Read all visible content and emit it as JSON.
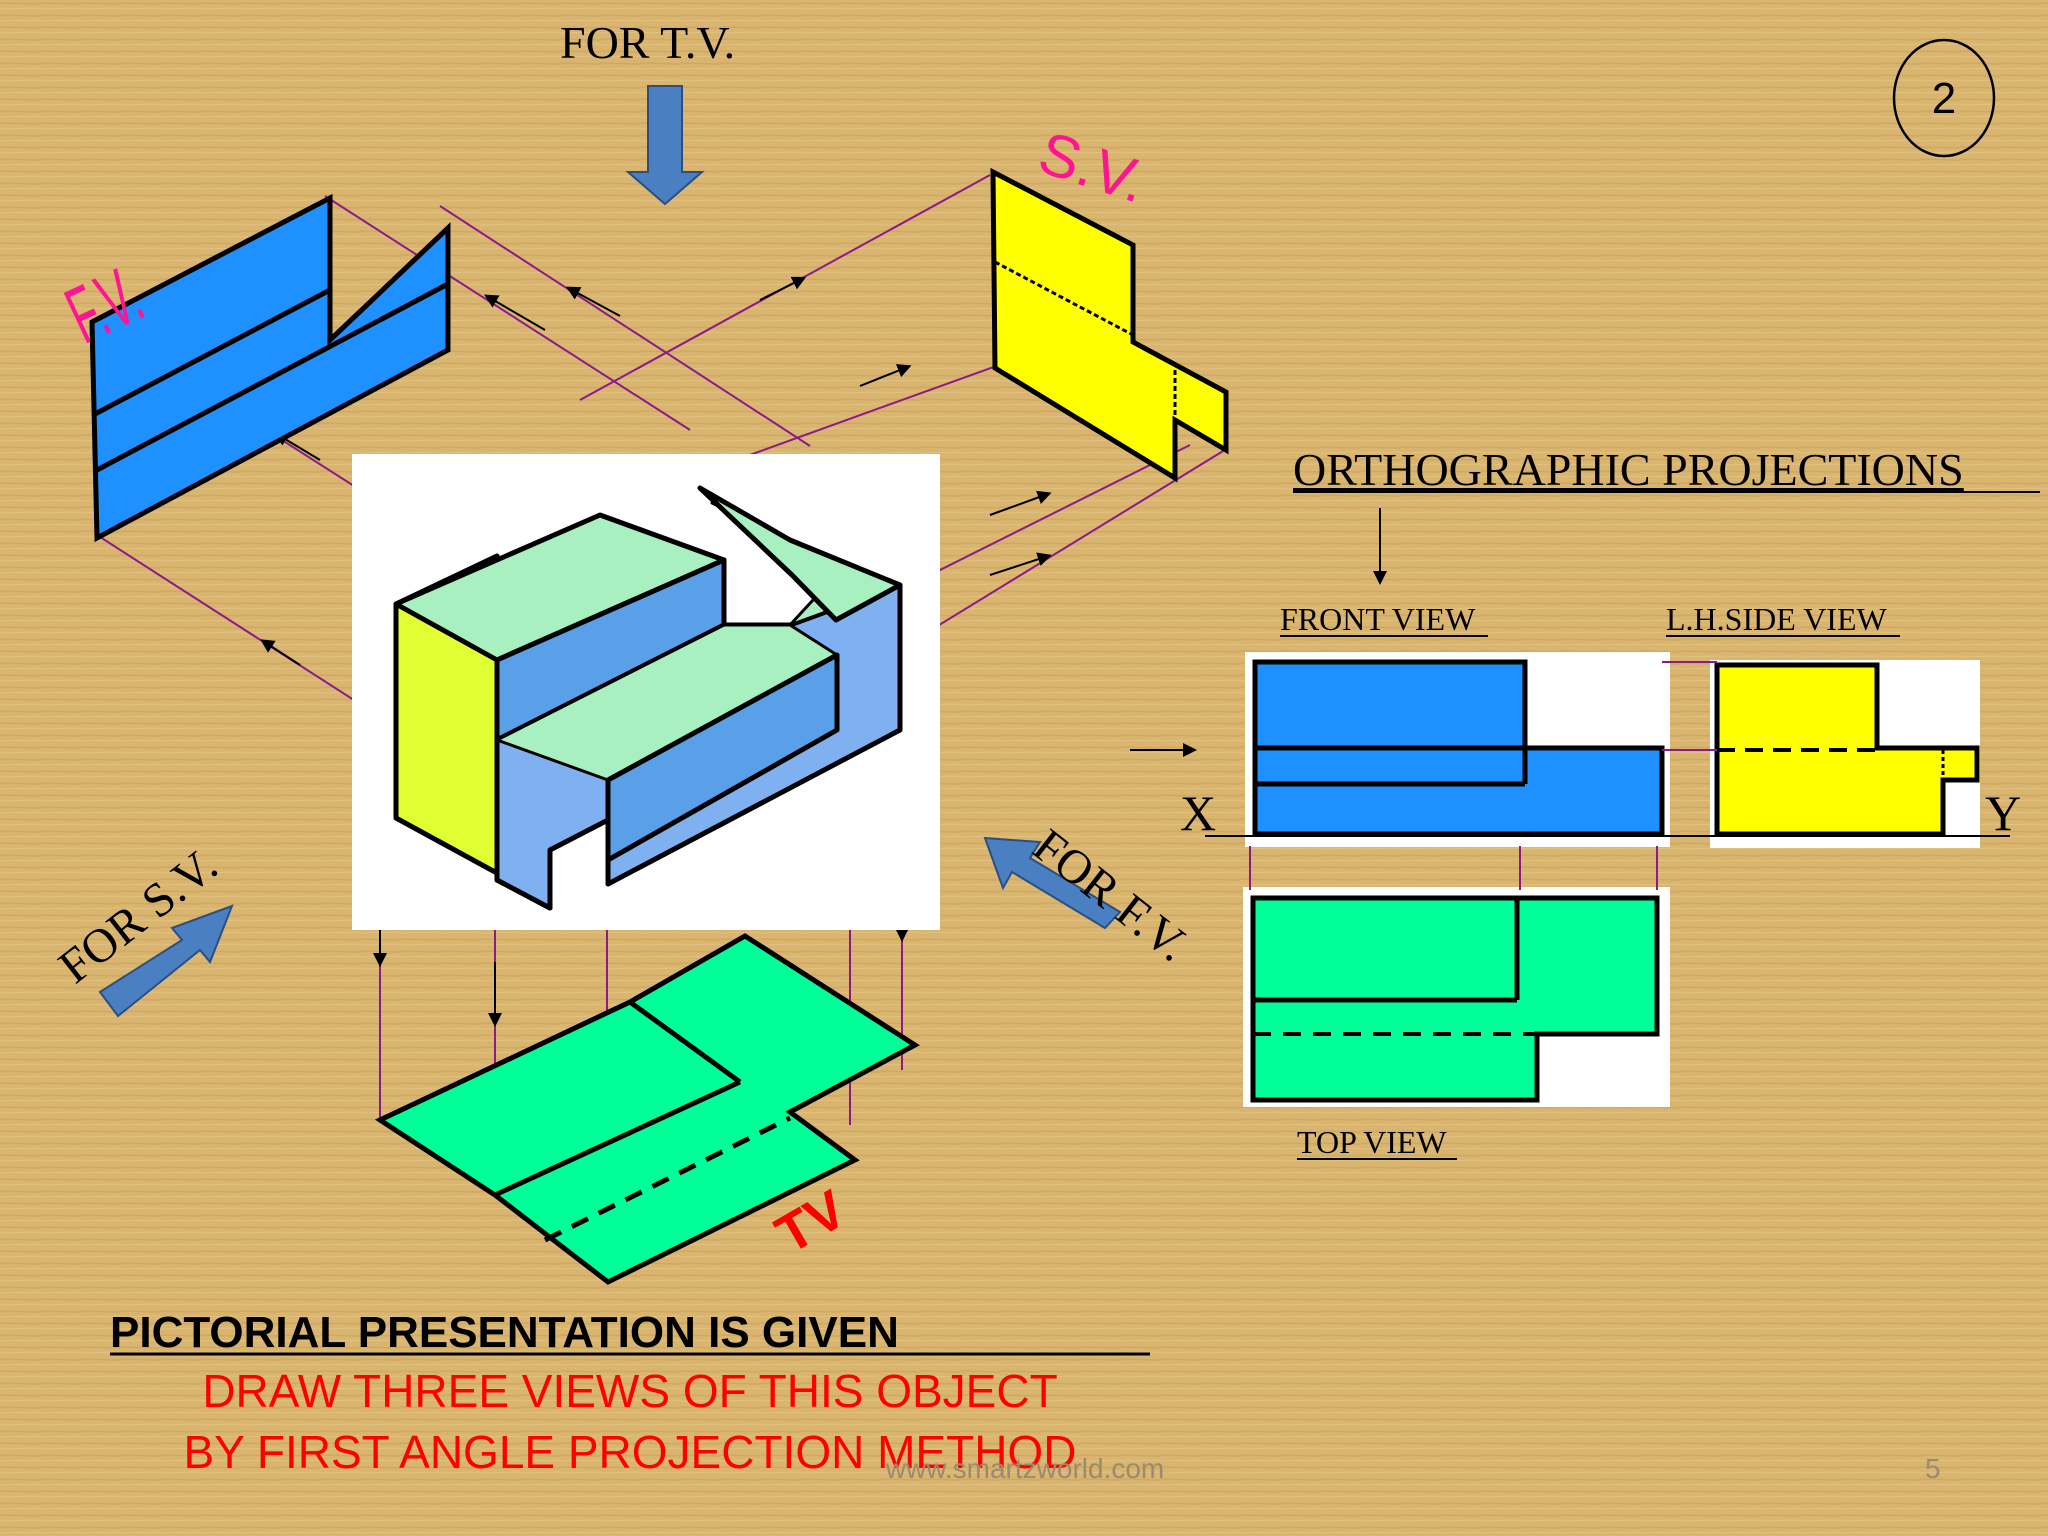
{
  "slide": {
    "number_badge": "2",
    "page_number": "5",
    "watermark": "www.smartzworld.com"
  },
  "pictorial": {
    "for_tv": "FOR T.V.",
    "fv_label": "F.V.",
    "sv_label": "S.V.",
    "tv_label": "TV",
    "for_sv": "FOR S.V.",
    "for_fv": "FOR F.V."
  },
  "orthographic": {
    "title": "ORTHOGRAPHIC PROJECTIONS",
    "front_view": "FRONT VIEW",
    "side_view": "L.H.SIDE VIEW",
    "top_view": "TOP VIEW",
    "x_label": "X",
    "y_label": "Y"
  },
  "caption": {
    "line1": "PICTORIAL PRESENTATION IS GIVEN",
    "line2": "DRAW THREE VIEWS OF THIS OBJECT",
    "line3": "BY FIRST ANGLE PROJECTION METHOD"
  },
  "colors": {
    "background": "#d9b56f",
    "front_view_fill": "#1e90ff",
    "side_view_fill": "#ffff00",
    "top_view_fill": "#00ff99",
    "projector": "#8b1a8b",
    "arrow_fill": "#4a7fc1",
    "caption_red": "#ff0000"
  }
}
